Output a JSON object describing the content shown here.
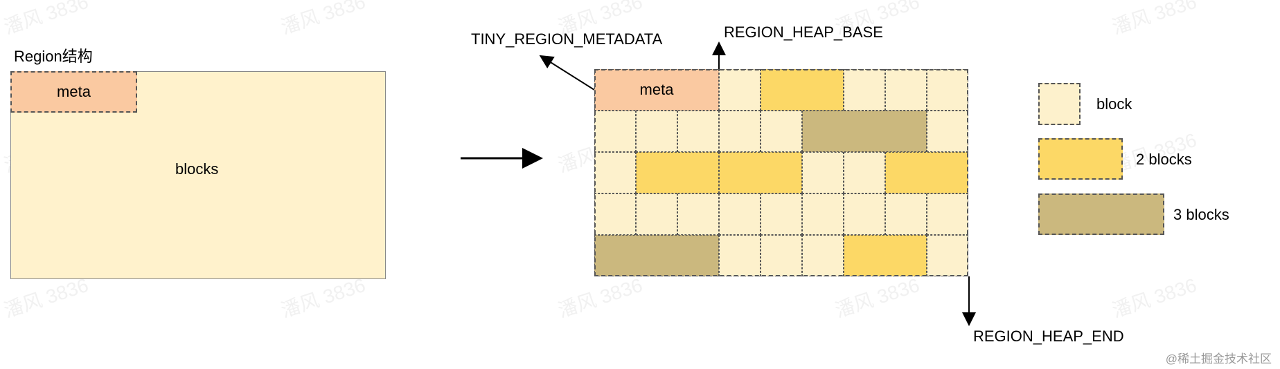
{
  "left_diagram": {
    "title": "Region结构",
    "meta_label": "meta",
    "blocks_label": "blocks"
  },
  "right_diagram": {
    "meta_label": "meta",
    "labels": {
      "tiny_region_metadata": "TINY_REGION_METADATA",
      "region_heap_base": "REGION_HEAP_BASE",
      "region_heap_end": "REGION_HEAP_END"
    },
    "grid": {
      "columns": 9,
      "rows": 5,
      "spans": [
        {
          "kind": "meta",
          "row": 0,
          "col": 0,
          "span": 3
        },
        {
          "kind": "two",
          "row": 0,
          "col": 4,
          "span": 2
        },
        {
          "kind": "three",
          "row": 1,
          "col": 5,
          "span": 3
        },
        {
          "kind": "two",
          "row": 2,
          "col": 1,
          "span": 2
        },
        {
          "kind": "two",
          "row": 2,
          "col": 3,
          "span": 2
        },
        {
          "kind": "two",
          "row": 2,
          "col": 7,
          "span": 2
        },
        {
          "kind": "three",
          "row": 4,
          "col": 0,
          "span": 3
        },
        {
          "kind": "two",
          "row": 4,
          "col": 6,
          "span": 2
        }
      ]
    }
  },
  "legend": [
    {
      "kind": "one",
      "label": "block"
    },
    {
      "kind": "two",
      "label": "2 blocks"
    },
    {
      "kind": "three",
      "label": "3 blocks"
    }
  ],
  "watermark": "潘风 3836",
  "footer": "@稀土掘金技术社区",
  "colors": {
    "block": "#FDF1CC",
    "two_blocks": "#FCD866",
    "three_blocks": "#CBB87E",
    "meta": "#FAC9A1",
    "region_fill": "#FFF2CC",
    "border": "#555555",
    "watermark": "#E6E6E6"
  }
}
